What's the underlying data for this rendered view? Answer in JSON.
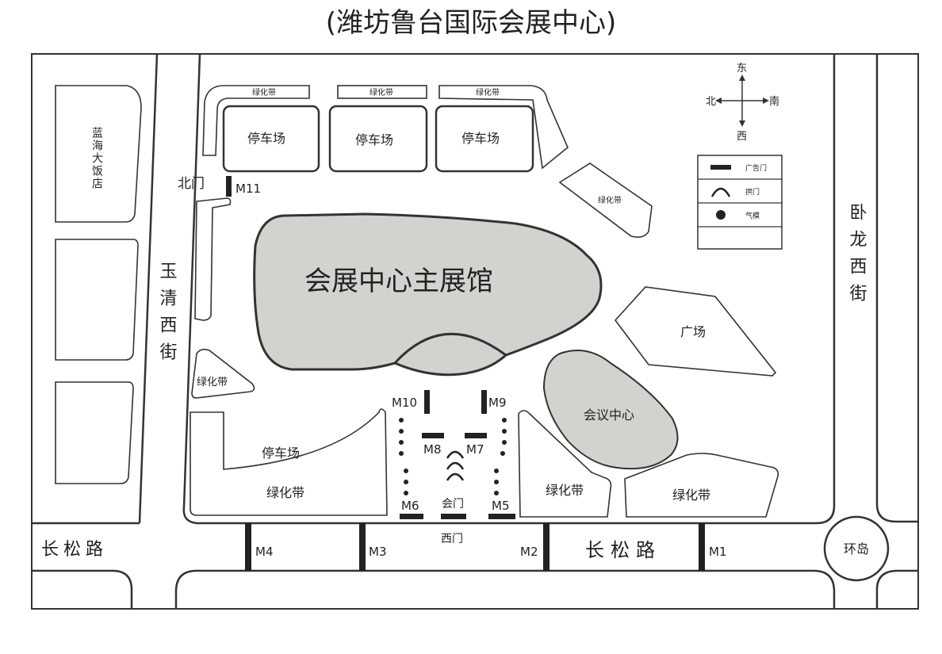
{
  "title": "(潍坊鲁台国际会展中心)",
  "roads": {
    "yuqing": "玉清西街",
    "wolong": "卧龙西街",
    "changsong_left": "长松路",
    "changsong_right": "长松路",
    "roundabout": "环岛"
  },
  "buildings": {
    "hotel": "蓝海大饭店",
    "main_hall": "会展中心主展馆",
    "conference": "会议中心",
    "square": "广场"
  },
  "parking": [
    "停车场",
    "停车场",
    "停车场",
    "停车场"
  ],
  "green_belts": {
    "top": [
      "绿化带",
      "绿化带",
      "绿化带"
    ],
    "northeast": "绿化带",
    "west_triangle": "绿化带",
    "southwest": "绿化带",
    "south_middle": "绿化带",
    "south_east": "绿化带"
  },
  "gates": {
    "north": "北门",
    "west": "西门",
    "meeting": "会门",
    "codes": [
      "M1",
      "M2",
      "M3",
      "M4",
      "M5",
      "M6",
      "M7",
      "M8",
      "M9",
      "M10",
      "M11"
    ]
  },
  "compass": {
    "east": "东",
    "west": "西",
    "south": "南",
    "north": "北"
  },
  "legend": {
    "ad_gate": "广告门",
    "arch": "拱门",
    "balloon": "气模"
  }
}
